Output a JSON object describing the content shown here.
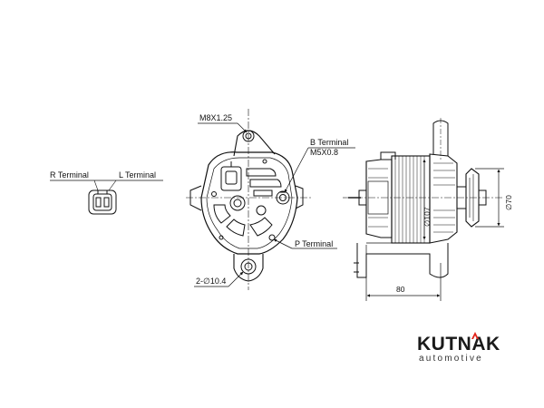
{
  "labels": {
    "m8": "M8X1.25",
    "b_terminal": "B Terminal",
    "m5": "M5X0.8",
    "r_terminal": "R Terminal",
    "l_terminal": "L Terminal",
    "p_terminal": "P Terminal",
    "mount_holes": "2-∅10.4"
  },
  "dimensions": {
    "length": "80",
    "body_diameter": "∅107",
    "pulley_diameter": "∅70"
  },
  "brand": {
    "name": "KUTNAK",
    "tagline": "automotive",
    "accent_color": "#e2231a"
  }
}
